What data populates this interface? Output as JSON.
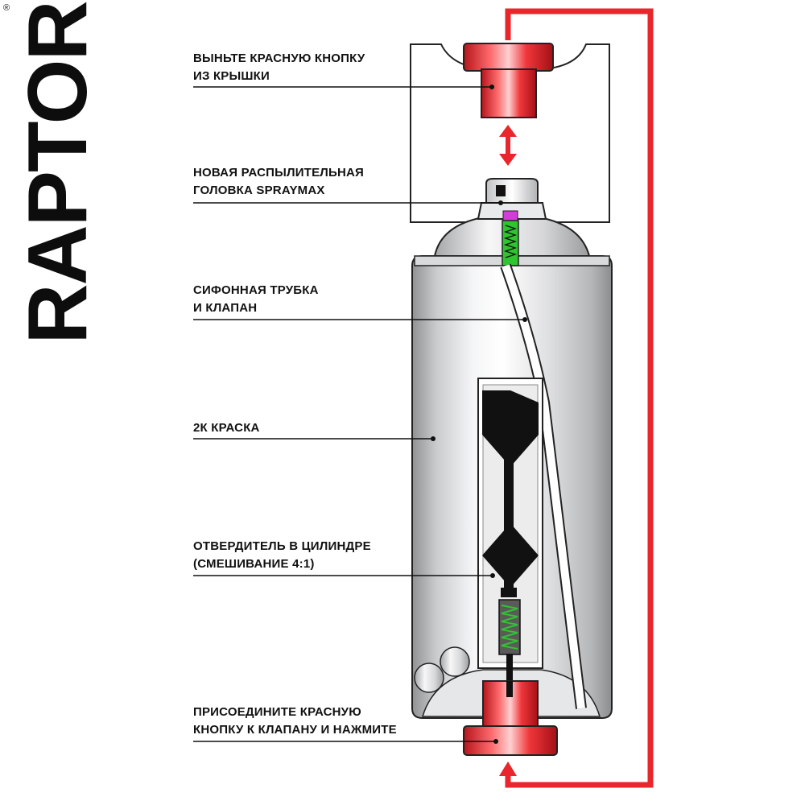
{
  "brand": {
    "logo_text": "RAPTOR",
    "registered_mark": "®"
  },
  "labels": {
    "remove_button": [
      "ВЫНЬТЕ КРАСНУЮ КНОПКУ",
      "ИЗ КРЫШКИ"
    ],
    "spray_head": [
      "НОВАЯ РАСПЫЛИТЕЛЬНАЯ",
      "ГОЛОВКА SPRAYMAX"
    ],
    "siphon_tube": [
      "СИФОННАЯ ТРУБКА",
      "И КЛАПАН"
    ],
    "paint": [
      "2К КРАСКА"
    ],
    "hardener": [
      "ОТВЕРДИТЕЛЬ В ЦИЛИНДРЕ",
      "(СМЕШИВАНИЕ 4:1)"
    ],
    "attach_button": [
      "ПРИСОЕДИНИТЕ КРАСНУЮ",
      "КНОПКУ К КЛАПАНУ И НАЖМИТЕ"
    ]
  },
  "colors": {
    "accent_red": "#e8262b",
    "can_silver": "#cfd1d3",
    "spring_green": "#2ec52e",
    "valve_magenta": "#d43cd9",
    "ink": "#111111"
  }
}
